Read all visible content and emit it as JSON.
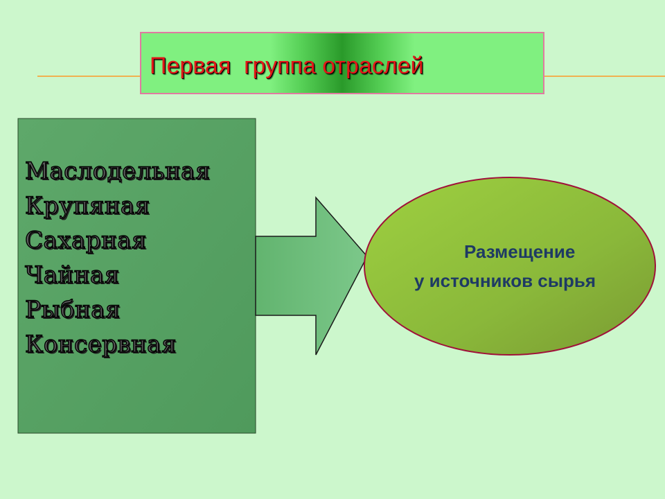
{
  "title": "Первая  группа отраслей",
  "industries": [
    "Маслодельная",
    "Крупяная",
    "Сахарная",
    "Чайная",
    "Рыбная",
    "Консервная"
  ],
  "placement": {
    "line1": "Размещение",
    "line2": "у источников сырья"
  },
  "colors": {
    "background": "#ccf7cc",
    "title_text": "#e11818",
    "title_border": "#e07aa0",
    "list_box": "#5fad6c",
    "arrow_fill": "#6cc07a",
    "ellipse_fill": "#8cbc3a",
    "ellipse_border": "#a0103a",
    "ellipse_text": "#1e3a64",
    "rule_line": "#f0b050"
  }
}
